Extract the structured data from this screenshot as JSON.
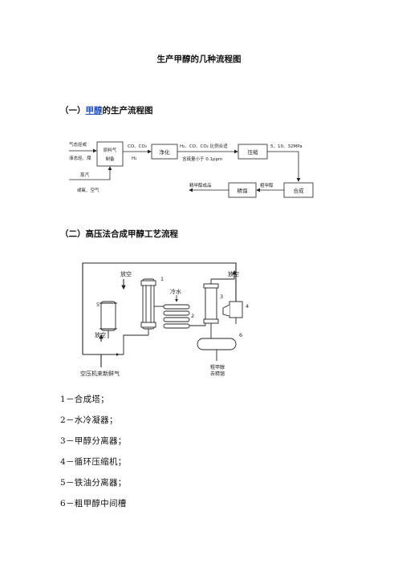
{
  "title": "生产甲醇的几种流程图",
  "section1": {
    "prefix": "（一）",
    "link": "甲醇",
    "suffix": "的生产流程图",
    "diagram": {
      "inputs_top_1": "气态烃或",
      "inputs_top_2": "液态烃、煤",
      "box_feed_1": "原料气",
      "box_feed_2": "制备",
      "gas_1": "CO、CO₂",
      "gas_2": "H₂",
      "box_purify": "净化",
      "after_purify_1": "H₂、CO、CO₂ 比例合适",
      "after_purify_2": "含硫量小于 0.1ppm",
      "box_compress": "压缩",
      "pressure": "5、10、32MPa",
      "steam_1": "蒸汽",
      "steam_2": "或氧、空气",
      "product": "精甲醇成品",
      "box_refine": "精馏",
      "crude": "粗甲醇",
      "box_synth": "合成"
    }
  },
  "section2": {
    "heading": "（二）高压法合成甲醇工艺流程",
    "diagram": {
      "vent_1": "放空",
      "vent_2": "放空",
      "vent_3": "放空",
      "cooling_water": "冷水",
      "fresh_gas": "空压机来新鲜气",
      "crude_out_1": "粗甲醇",
      "crude_out_2": "去精馏",
      "n1": "1",
      "n2": "2",
      "n3": "3",
      "n4": "4",
      "n5": "5",
      "n6": "6"
    }
  },
  "legend": [
    "1－合成塔；",
    "2－水冷凝器；",
    "3－甲醇分离器；",
    "4－循环压缩机；",
    "5－铁油分离器；",
    "6－粗甲醇中间槽"
  ]
}
